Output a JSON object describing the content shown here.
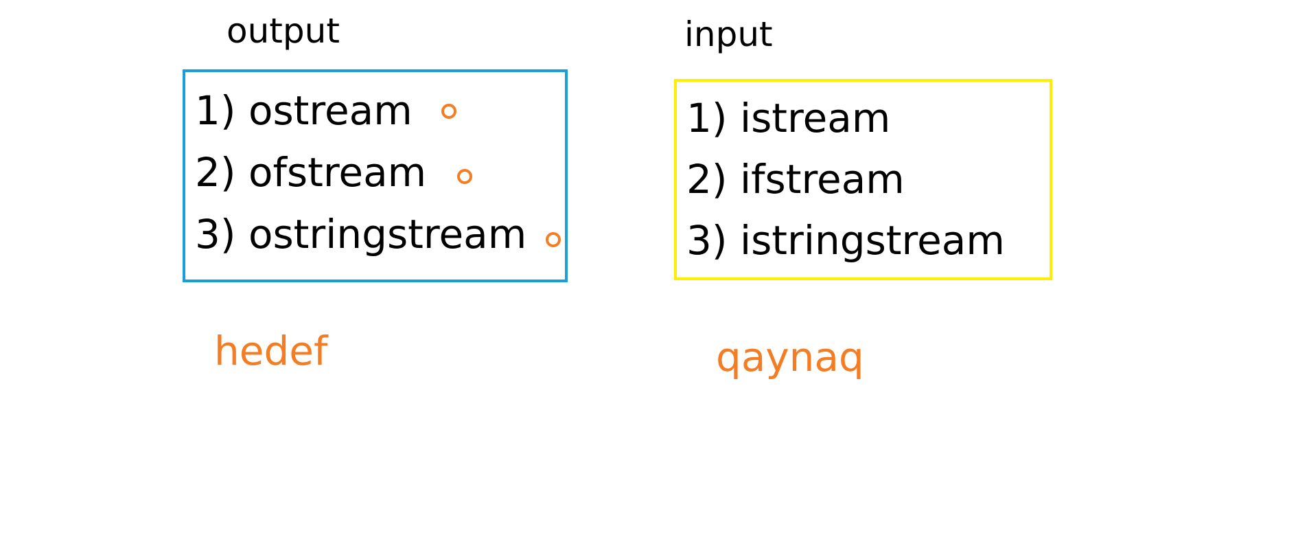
{
  "output": {
    "heading": "output",
    "box_color": "#1a9ed9",
    "items": [
      "1) ostream",
      "2) ofstream",
      "3) ostringstream"
    ],
    "marker_color": "#f47c22",
    "caption": "hedef",
    "caption_color": "#f47c22"
  },
  "input": {
    "heading": "input",
    "box_color": "#ffee00",
    "items": [
      "1) istream",
      "2) ifstream",
      "3) istringstream"
    ],
    "caption": "qaynaq",
    "caption_color": "#f47c22"
  }
}
